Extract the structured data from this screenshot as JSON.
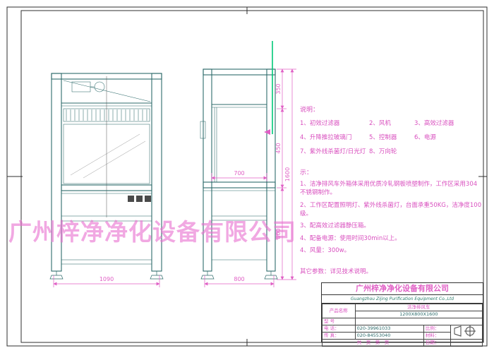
{
  "colors": {
    "line": "#2e6b6b",
    "accent": "#e05fc5",
    "highlight": "#00c878"
  },
  "watermark": {
    "text": "广州梓净净化设备有限公司"
  },
  "dims": {
    "front_width": "1090",
    "side_depth": "800",
    "inner_width": "700",
    "h_top": "350",
    "h_mid": "450",
    "h_bottom": "800",
    "h_total": "1600"
  },
  "notes": {
    "legend_title": "说明：",
    "legend_items": [
      "1、初效过滤器",
      "2、风机",
      "3、高效过滤器",
      "4、升降推拉玻璃门",
      "5、控制器",
      "6、电源",
      "7、紫外线杀菌灯/日光灯",
      "8、万向轮"
    ],
    "spec_title": "示：",
    "spec_lines": [
      "1、洁净排风车外箱体采用优质冷轧钢板喷塑制作，工作区采用304不锈钢制作。",
      "2、工作区配置照明灯、紫外线杀菌灯，台面承重50KG，洁净度100级。",
      "3、配高效过滤器静压箱。",
      "4、配备电源：使用时间30min以上。",
      "4、风量：300w。"
    ],
    "footer": "其它参数：详见技术说明。"
  },
  "titleblock": {
    "company_cn": "广州梓净净化设备有限公司",
    "company_en": "Guangzhou Zijing Purification Equipment Co.,Ltd",
    "product_label": "产品名称",
    "product_name": "洁净排风车",
    "product_spec": "1200X800X1600",
    "model_label": "型 号",
    "phone_label": "电 话：",
    "phone_value": "020-39961033",
    "scale_label": "比例：",
    "fax_label": "传 真：",
    "fax_value": "020-84553040",
    "material_label": "材料：",
    "pages_label": "共　页　第　页",
    "date_label": "日期："
  }
}
